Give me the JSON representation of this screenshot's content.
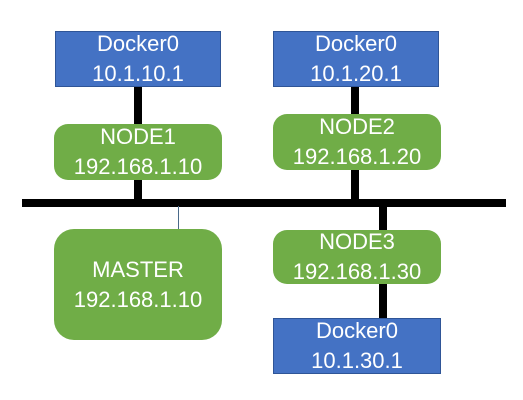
{
  "colors": {
    "docker_fill": "#4472c4",
    "node_fill": "#70ad47",
    "text": "#ffffff",
    "line": "#000000"
  },
  "docker_top_left": {
    "name": "Docker0",
    "ip": "10.1.10.1"
  },
  "docker_top_right": {
    "name": "Docker0",
    "ip": "10.1.20.1"
  },
  "docker_bottom": {
    "name": "Docker0",
    "ip": "10.1.30.1"
  },
  "node1": {
    "name": "NODE1",
    "ip": "192.168.1.10"
  },
  "node2": {
    "name": "NODE2",
    "ip": "192.168.1.20"
  },
  "node3": {
    "name": "NODE3",
    "ip": "192.168.1.30"
  },
  "master": {
    "name": "MASTER",
    "ip": "192.168.1.10"
  }
}
